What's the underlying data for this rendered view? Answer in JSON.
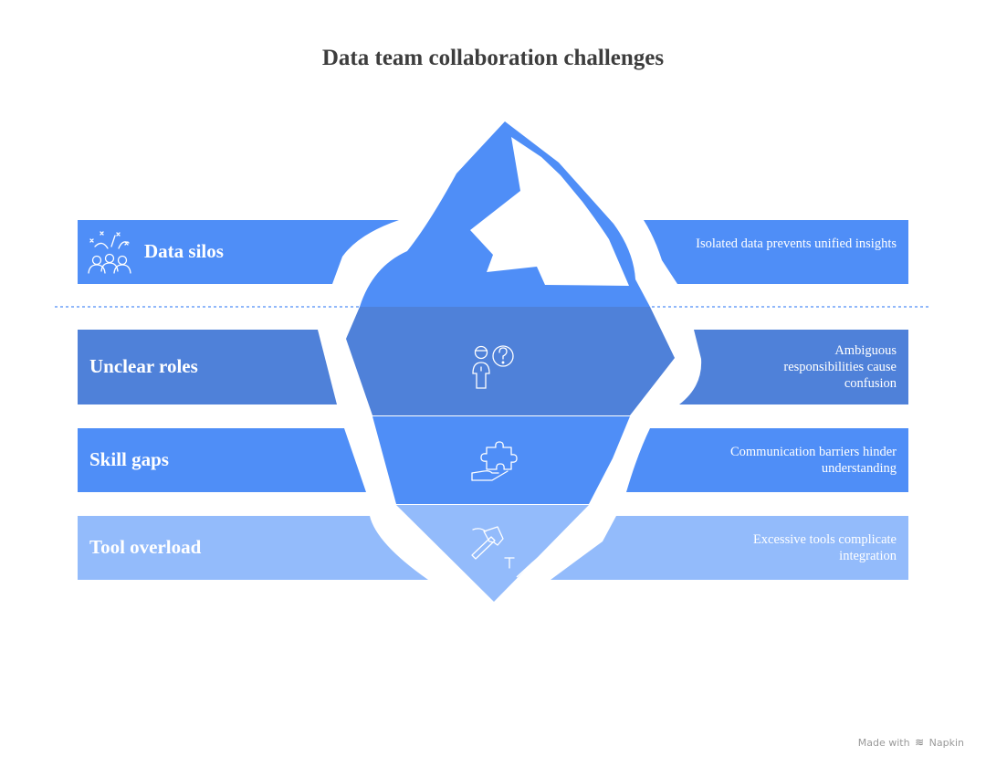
{
  "title": "Data team collaboration challenges",
  "layers": [
    {
      "name": "Data silos",
      "description": "Isolated data prevents unified insights",
      "icon": "team-celebration-icon",
      "above_waterline": true,
      "color": "#4f8ef7"
    },
    {
      "name": "Unclear roles",
      "description": "Ambiguous responsibilities cause confusion",
      "icon": "person-question-icon",
      "above_waterline": false,
      "color": "#4f81d9"
    },
    {
      "name": "Skill gaps",
      "description": "Communication barriers hinder understanding",
      "icon": "hand-puzzle-icon",
      "above_waterline": false,
      "color": "#4f8ef7"
    },
    {
      "name": "Tool overload",
      "description": "Excessive tools complicate integration",
      "icon": "hammer-nail-icon",
      "above_waterline": false,
      "color": "#93bbfb"
    }
  ],
  "footer": {
    "prefix": "Made with",
    "brand": "Napkin"
  }
}
